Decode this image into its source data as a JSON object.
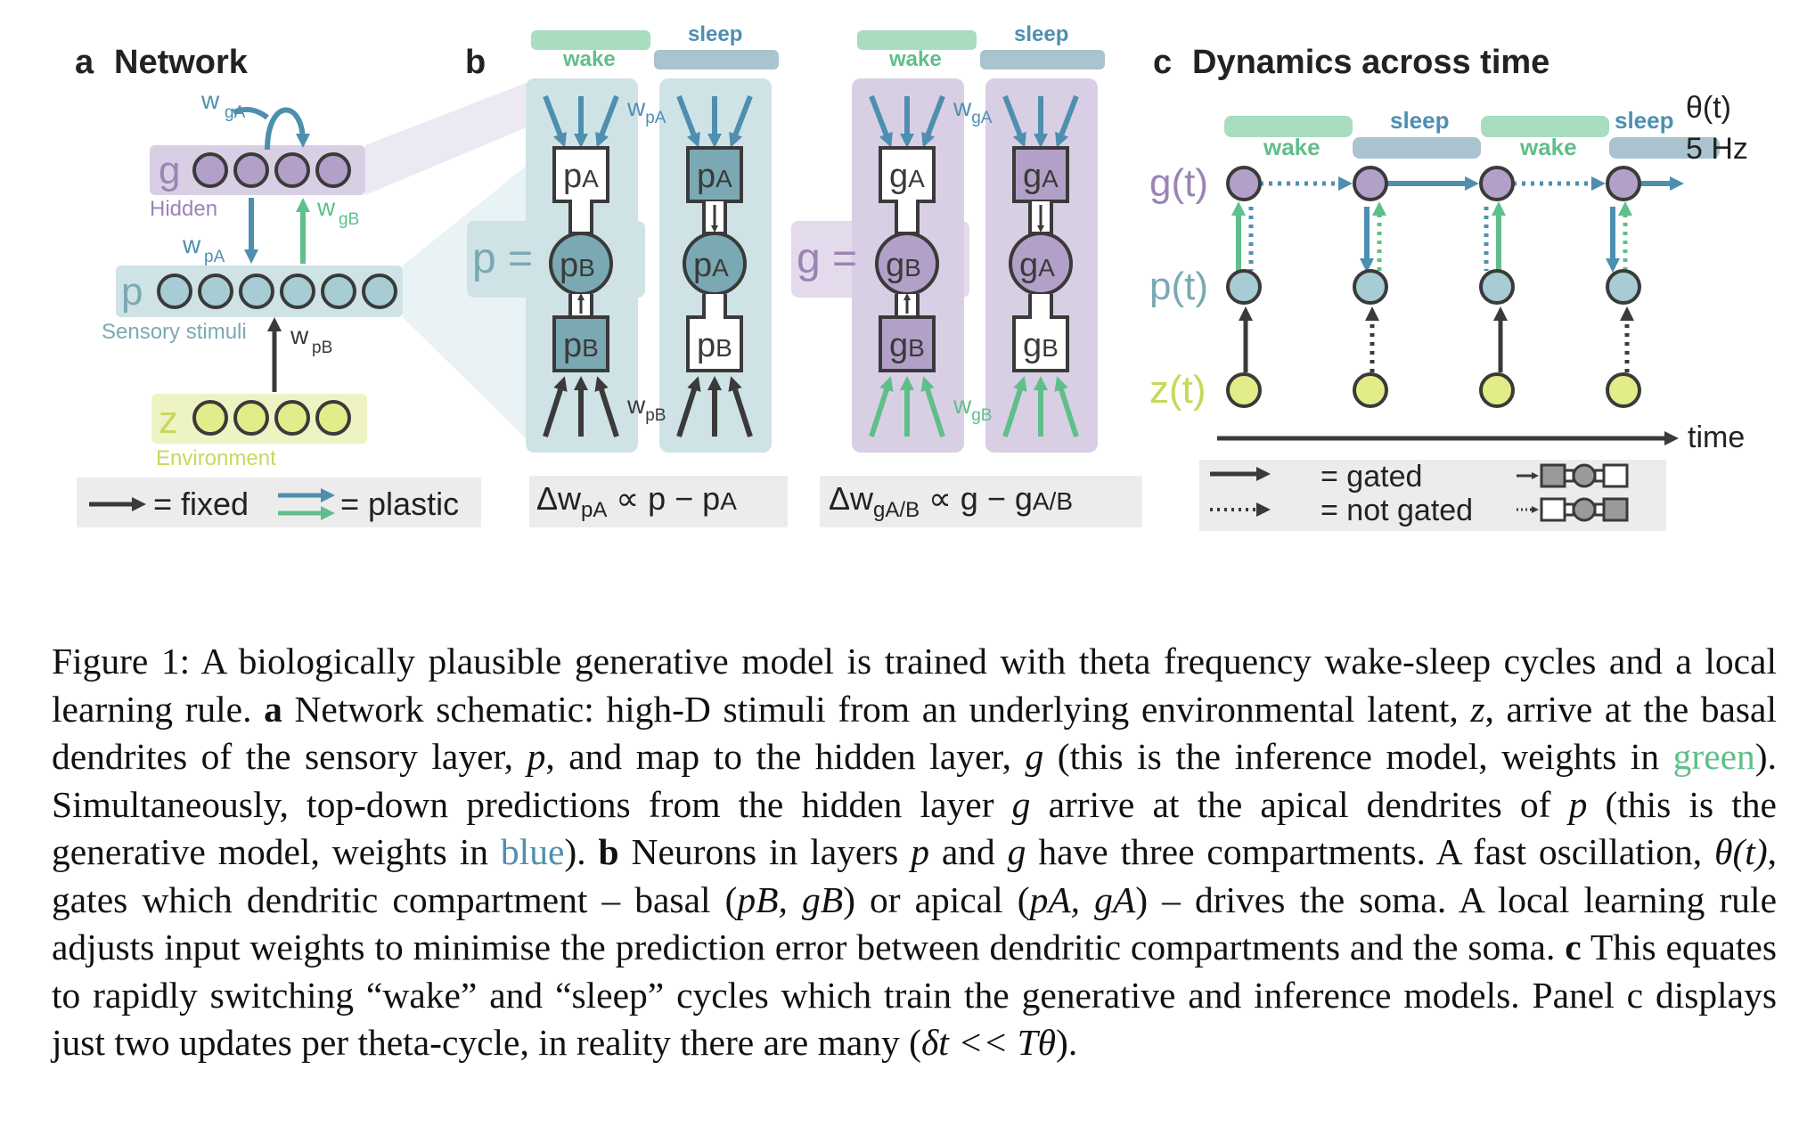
{
  "panel_a": {
    "letter": "a",
    "title": "Network",
    "g_label": "g",
    "hidden_label": "Hidden",
    "p_label": "p",
    "sensory_label": "Sensory stimuli",
    "z_label": "z",
    "environment_label": "Environment",
    "w_gA": "w",
    "w_gA_sub": "gA",
    "w_gB": "w",
    "w_gB_sub": "gB",
    "w_pA": "w",
    "w_pA_sub": "pA",
    "w_pB": "w",
    "w_pB_sub": "pB",
    "legend_fixed": "= fixed",
    "legend_plastic": "= plastic"
  },
  "panel_b": {
    "letter": "b",
    "wake": "wake",
    "sleep": "sleep",
    "p_eq": "p =",
    "g_eq": "g =",
    "pA": "p",
    "pA_sub": "A",
    "pB": "p",
    "pB_sub": "B",
    "gA": "g",
    "gA_sub": "A",
    "gB": "g",
    "gB_sub": "B",
    "w_pA": "w",
    "w_pA_sub": "pA",
    "w_pB": "w",
    "w_pB_sub": "pB",
    "w_gA": "w",
    "w_gA_sub": "gA",
    "w_gB": "w",
    "w_gB_sub": "gB",
    "rule_p_left": "Δw",
    "rule_p_sub": "pA",
    "rule_p_right": " ∝ p − p",
    "rule_p_end_sub": "A",
    "rule_g_left": "Δw",
    "rule_g_sub": "gA/B",
    "rule_g_right": " ∝ g − g",
    "rule_g_end_sub": "A/B"
  },
  "panel_c": {
    "letter": "c",
    "title": "Dynamics across time",
    "wake": "wake",
    "sleep": "sleep",
    "theta": "θ(t)",
    "freq": "5 Hz",
    "g_t": "g(t)",
    "p_t": "p(t)",
    "z_t": "z(t)",
    "time": "time",
    "gated": "= gated",
    "not_gated": "= not gated"
  },
  "caption": {
    "fig": "Figure 1:",
    "s1": " A biologically plausible generative model is trained with theta frequency wake-sleep cycles and a local learning rule. ",
    "a": "a",
    "s2": " Network schematic: high-D stimuli from an underlying environmental latent, ",
    "z": "z",
    "s3": ", arrive at the basal dendrites of the sensory layer, ",
    "p": "p",
    "s4": ", and map to the hidden layer, ",
    "g": "g",
    "s5": " (this is the inference model, weights in ",
    "green": "green",
    "s6": "). Simultaneously, top-down predictions from the hidden layer ",
    "g2": "g",
    "s7": " arrive at the apical dendrites of ",
    "p2": "p",
    "s8": " (this is the generative model, weights in ",
    "blue": "blue",
    "s9": "). ",
    "b": "b",
    "s10": " Neurons in layers ",
    "p3": "p",
    "s11": " and ",
    "g3": "g",
    "s12": " have three compartments. A fast oscillation, ",
    "theta": "θ(t)",
    "s13": ", gates which dendritic compartment – basal (",
    "pB": "pB, gB",
    "s14": ") or apical (",
    "pA": "pA, gA",
    "s15": ") – drives the soma. A local learning rule adjusts input weights to minimise the prediction error between dendritic compartments and the soma. ",
    "c": "c",
    "s16": " This equates to rapidly switching “wake” and “sleep” cycles which train the generative and inference models. Panel c displays just two updates per theta-cycle, in reality there are many (",
    "dt": "δt << Tθ",
    "s17": ")."
  },
  "colors": {
    "blue": "#4e8fb0",
    "green": "#5fbf8a",
    "purple": "#9b84b5",
    "teal": "#7aa9b3",
    "yellow": "#dde88a",
    "dark": "#3a3a3a"
  }
}
